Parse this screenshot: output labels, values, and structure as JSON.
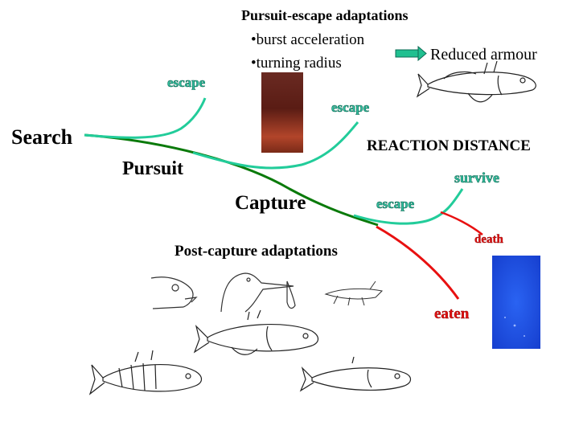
{
  "title": "Pursuit-escape adaptations",
  "bullets": [
    "•burst acceleration",
    "•turning radius"
  ],
  "armour_label": "Reduced armour",
  "reaction_distance": "REACTION DISTANCE",
  "stages": {
    "search": "Search",
    "pursuit": "Pursuit",
    "capture": "Capture"
  },
  "outcomes": {
    "escape_1": "escape",
    "escape_2": "escape",
    "escape_3": "escape",
    "survive": "survive",
    "death": "death",
    "eaten": "eaten"
  },
  "post_capture_title": "Post-capture adaptations",
  "colors": {
    "main_path": "#0a7a0a",
    "escape_path": "#22cc9a",
    "fail_path": "#e81010",
    "arrow": "#20c090",
    "photo_red_top": "#5a2018",
    "photo_blue": "#1a4fe0"
  },
  "icons": [
    "stickleback-fish-icon",
    "fish-head-icon",
    "heron-icon",
    "insect-larva-icon",
    "arrow-right-icon"
  ]
}
